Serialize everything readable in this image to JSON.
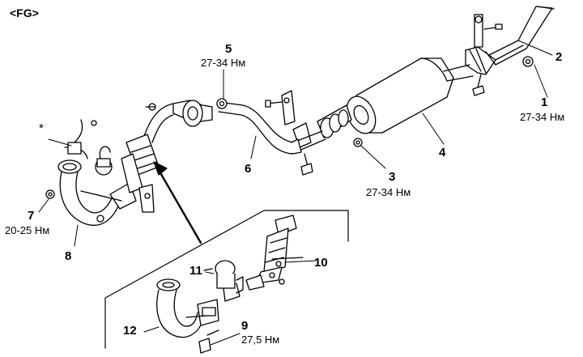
{
  "header": "<FG>",
  "asterisk": "*",
  "callouts": [
    {
      "id": "c1",
      "number": "1",
      "torque": "27-34 Нм"
    },
    {
      "id": "c2",
      "number": "2",
      "torque": ""
    },
    {
      "id": "c3",
      "number": "3",
      "torque": "27-34 Нм"
    },
    {
      "id": "c4",
      "number": "4",
      "torque": ""
    },
    {
      "id": "c5",
      "number": "5",
      "torque": "27-34 Нм"
    },
    {
      "id": "c6",
      "number": "6",
      "torque": ""
    },
    {
      "id": "c7",
      "number": "7",
      "torque": "20-25 Нм"
    },
    {
      "id": "c8",
      "number": "8",
      "torque": ""
    },
    {
      "id": "c9",
      "number": "9",
      "torque": "27,5 Нм"
    },
    {
      "id": "c10",
      "number": "10",
      "torque": ""
    },
    {
      "id": "c11",
      "number": "11",
      "torque": ""
    },
    {
      "id": "c12",
      "number": "12",
      "torque": ""
    }
  ]
}
